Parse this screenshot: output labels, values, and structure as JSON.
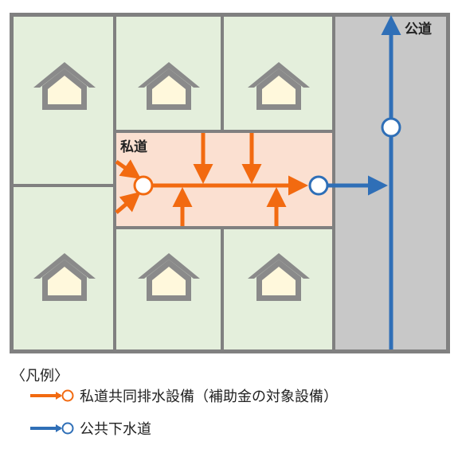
{
  "labels": {
    "public_road": "公道",
    "private_road": "私道"
  },
  "legend": {
    "title": "〈凡例〉",
    "items": [
      {
        "key": "private",
        "text": "私道共同排水設備（補助金の対象設備）",
        "color": "#f26a10"
      },
      {
        "key": "public",
        "text": "公共下水道",
        "color": "#2f6fb7"
      }
    ]
  },
  "colors": {
    "lot_fill": "#e4efdc",
    "private_road_fill": "#fbe0d1",
    "public_road_fill": "#c8c8c8",
    "border": "#808080",
    "private_pipe": "#f26a10",
    "public_pipe": "#2f6fb7",
    "house_body": "#fff8dc"
  },
  "icons": [
    "house-icon",
    "manhole-icon",
    "arrow-icon"
  ]
}
